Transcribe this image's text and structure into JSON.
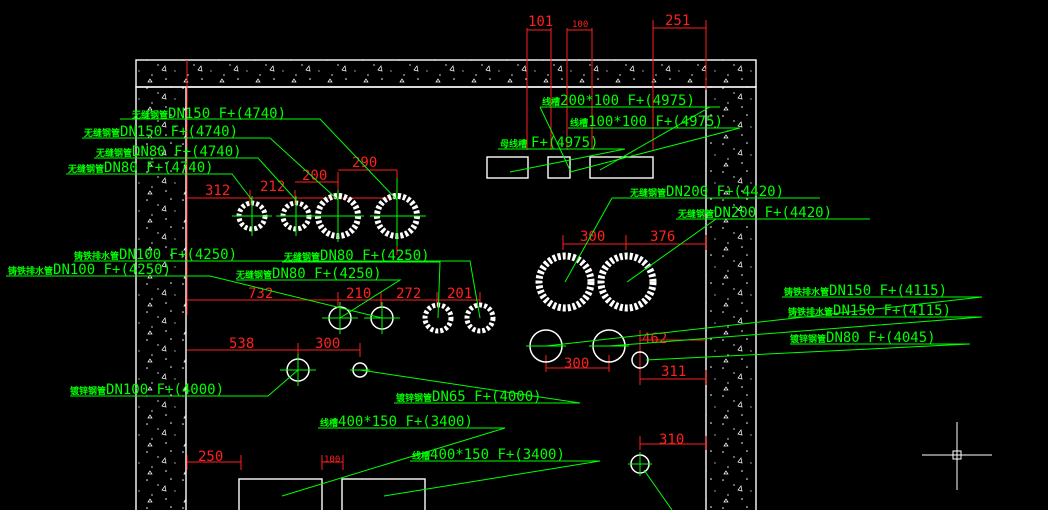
{
  "colors": {
    "background": "#000000",
    "wall": "#ffffff",
    "annotation": "#00ff00",
    "dimension": "#ff2020"
  },
  "cursor_icon": "crosshair-cursor-icon",
  "dims": {
    "d101": "101",
    "d100top": "100",
    "d251": "251",
    "d290": "290",
    "d200": "200",
    "d212": "212",
    "d312": "312",
    "d300a": "300",
    "d376": "376",
    "d732": "732",
    "d210": "210",
    "d272": "272",
    "d201": "201",
    "d538": "538",
    "d300b": "300",
    "d300c": "300",
    "d462": "462",
    "d311": "311",
    "d310": "310",
    "d250": "250",
    "d100bot": "100"
  },
  "labels": {
    "l1": {
      "prefix": "无缝钢管",
      "text": "DN150 F+(4740)"
    },
    "l2": {
      "prefix": "无缝钢管",
      "text": "DN150 F+(4740)"
    },
    "l3": {
      "prefix": "无缝钢管",
      "text": "DN80 F+(4740)"
    },
    "l4": {
      "prefix": "无缝钢管",
      "text": "DN80 F+(4740)"
    },
    "l5": {
      "prefix": "线槽",
      "text": "200*100 F+(4975)"
    },
    "l6": {
      "prefix": "线槽",
      "text": "100*100 F+(4975)"
    },
    "l7": {
      "prefix": "母线槽",
      "text": "F+(4975)"
    },
    "l8": {
      "prefix": "无缝钢管",
      "text": "DN200 F+(4420)"
    },
    "l9": {
      "prefix": "无缝钢管",
      "text": "DN200 F+(4420)"
    },
    "l10": {
      "prefix": "铸铁排水管",
      "text": "DN100 F+(4250)"
    },
    "l11": {
      "prefix": "铸铁排水管",
      "text": "DN100 F+(4250)"
    },
    "l12": {
      "prefix": "无缝钢管",
      "text": "DN80 F+(4250)"
    },
    "l13": {
      "prefix": "无缝钢管",
      "text": "DN80 F+(4250)"
    },
    "l14": {
      "prefix": "铸铁排水管",
      "text": "DN150 F+(4115)"
    },
    "l15": {
      "prefix": "铸铁排水管",
      "text": "DN150 F+(4115)"
    },
    "l16": {
      "prefix": "镀锌钢管",
      "text": "DN80 F+(4045)"
    },
    "l17": {
      "prefix": "镀锌钢管",
      "text": "DN100 F+(4000)"
    },
    "l18": {
      "prefix": "镀锌钢管",
      "text": "DN65 F+(4000)"
    },
    "l19": {
      "prefix": "线槽",
      "text": "400*150 F+(3400)"
    },
    "l20": {
      "prefix": "线槽",
      "text": "400*150 F+(3400)"
    }
  }
}
